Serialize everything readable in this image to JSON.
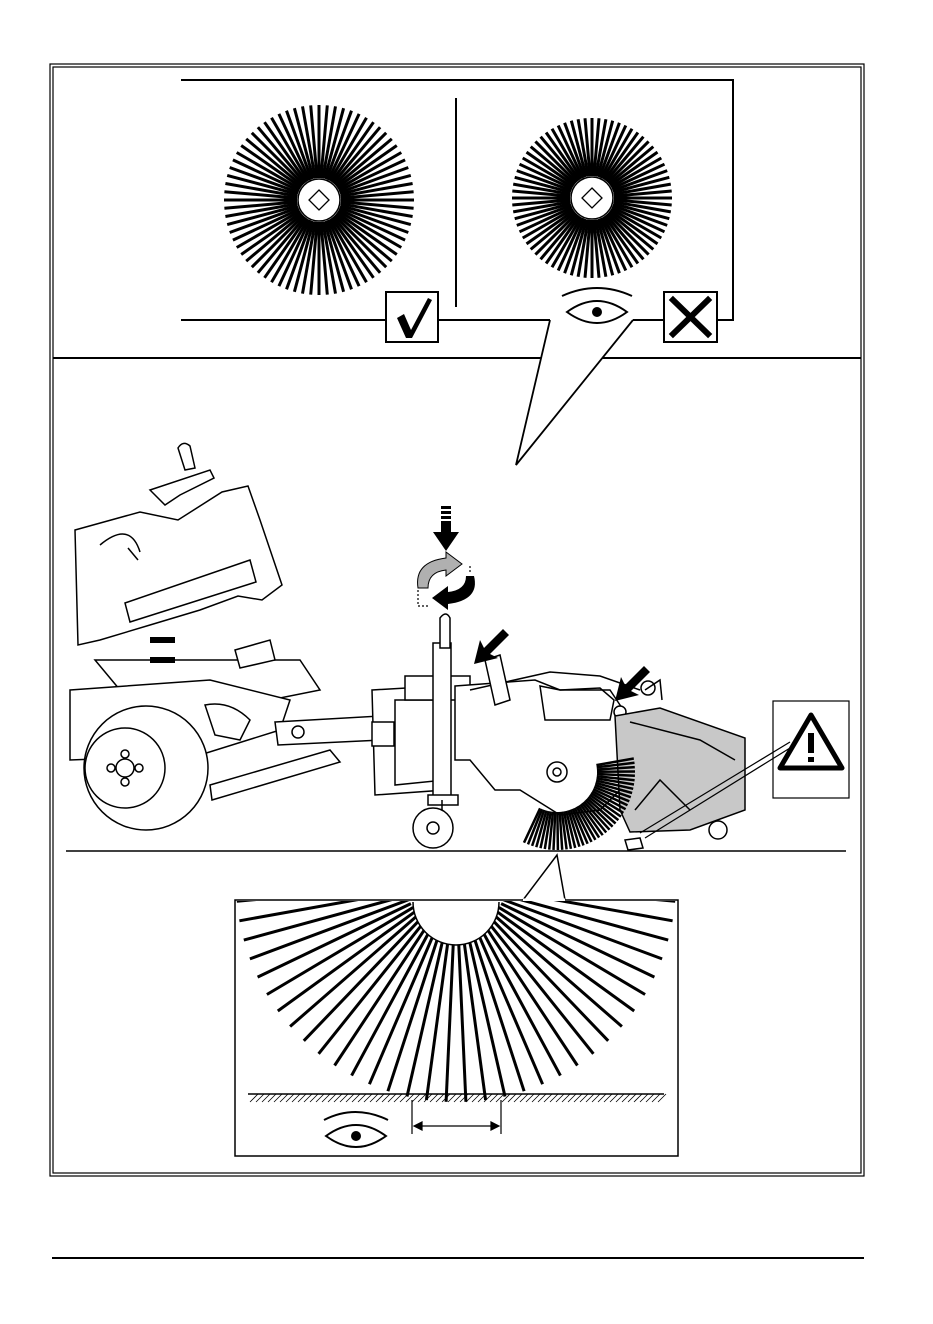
{
  "figure": {
    "top_panel": {
      "left_badge": "check-mark",
      "right_badge": "x-mark"
    },
    "machine_panel": {
      "warning_sign": "warning-triangle",
      "warning_symbol": "!"
    }
  },
  "footer": {
    "text": ""
  },
  "colors": {
    "ink": "#000000",
    "hopper_fill": "#c8c8c8",
    "rotation_arrow": "#b0b0b0",
    "background": "#ffffff"
  }
}
